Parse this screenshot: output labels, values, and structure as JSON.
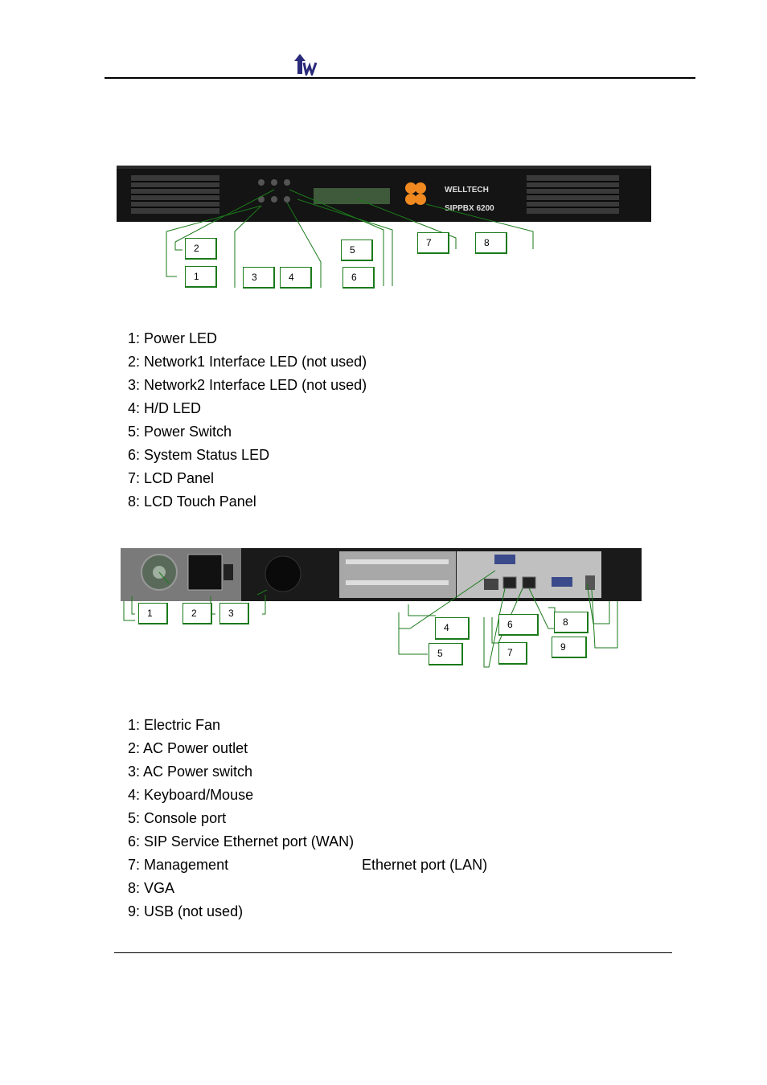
{
  "front_callouts": [
    "1",
    "2",
    "3",
    "4",
    "5",
    "6",
    "7",
    "8"
  ],
  "front_device": {
    "brand": "WELLTECH",
    "model": "SIPPBX 6200"
  },
  "front_items": [
    "1: Power LED",
    "2: Network1 Interface LED (not used)",
    "3: Network2 Interface LED (not used)",
    "4: H/D LED",
    "5: Power Switch",
    "6: System Status LED",
    "7: LCD Panel",
    "8: LCD Touch Panel"
  ],
  "rear_callouts": [
    "1",
    "2",
    "3",
    "4",
    "5",
    "6",
    "7",
    "8",
    "9"
  ],
  "rear_items": [
    "1: Electric Fan",
    "2: AC Power outlet",
    "3: AC Power switch",
    "4: Keyboard/Mouse",
    "5: Console port",
    "6: SIP Service Ethernet port (WAN)",
    "7: Management",
    "8: VGA",
    "9: USB (not used)"
  ],
  "rear_item7_suffix": "Ethernet port (LAN)",
  "colors": {
    "callout_line": "#1a7a1a",
    "logo": "#2a2a7a"
  },
  "icons": [
    "welltech-logo-icon"
  ]
}
